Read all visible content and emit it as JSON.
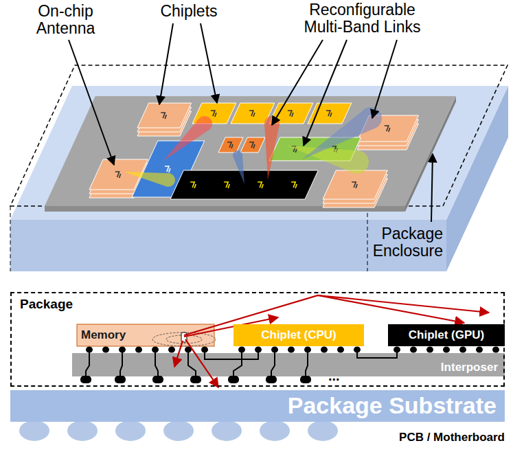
{
  "diagram": {
    "nodes": [
      {
        "text": [
          "Package"
        ]
      },
      {
        "text": [
          "Memory"
        ],
        "in": 0
      },
      {
        "text": [
          "Chiplet (CPU)"
        ],
        "in": 0
      },
      {
        "text": [
          "Chiplet (GPU)"
        ],
        "in": 0
      },
      {
        "text": [
          "Interposer"
        ],
        "in": 0
      },
      {
        "text": [
          "Package Substrate"
        ]
      }
    ],
    "labels": [
      "On-chip Antenna",
      "Chiplets",
      "Reconfigurable Multi-Band Links",
      "Package Enclosure",
      "...",
      "PCB / Motherboard"
    ]
  }
}
